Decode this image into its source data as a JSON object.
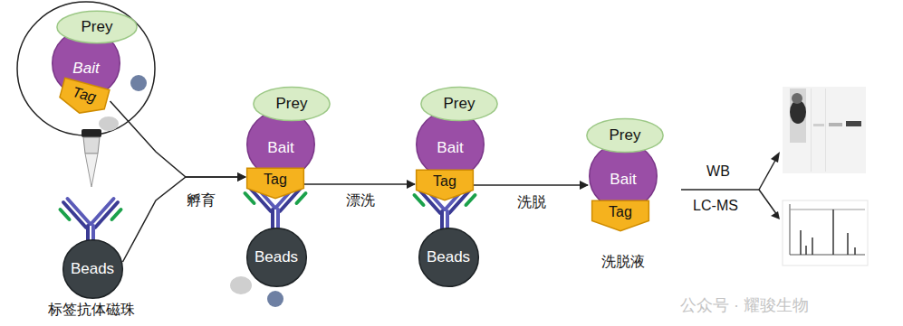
{
  "diagram": {
    "nodes": [
      {
        "text": [
          "Prey"
        ]
      },
      {
        "text": [
          "Bait"
        ]
      },
      {
        "text": [
          "Tag"
        ]
      },
      {
        "text": [
          "Beads"
        ]
      },
      {
        "text": [
          "Prey"
        ]
      },
      {
        "text": [
          "Bait"
        ]
      },
      {
        "text": [
          "Tag"
        ]
      },
      {
        "text": [
          "Beads"
        ]
      },
      {
        "text": [
          "Prey"
        ]
      },
      {
        "text": [
          "Bait"
        ]
      },
      {
        "text": [
          "Tag"
        ]
      },
      {
        "text": [
          "Beads"
        ]
      },
      {
        "text": [
          "Prey"
        ]
      },
      {
        "text": [
          "Bait"
        ]
      },
      {
        "text": [
          "Tag"
        ]
      }
    ],
    "edges": [
      {
        "from": 2,
        "to": 6,
        "arrow": "to"
      },
      {
        "from": 3,
        "to": 6,
        "arrow": "to",
        "label": "孵育"
      },
      {
        "from": 6,
        "to": 10,
        "arrow": "to",
        "label": "漂洗"
      },
      {
        "from": 10,
        "to": 13,
        "arrow": "to",
        "label": "洗脱"
      }
    ],
    "labels": [
      "标签抗体磁珠",
      "洗脱液",
      "WB",
      "LC-MS",
      "公众号 · 耀骏生物"
    ]
  }
}
